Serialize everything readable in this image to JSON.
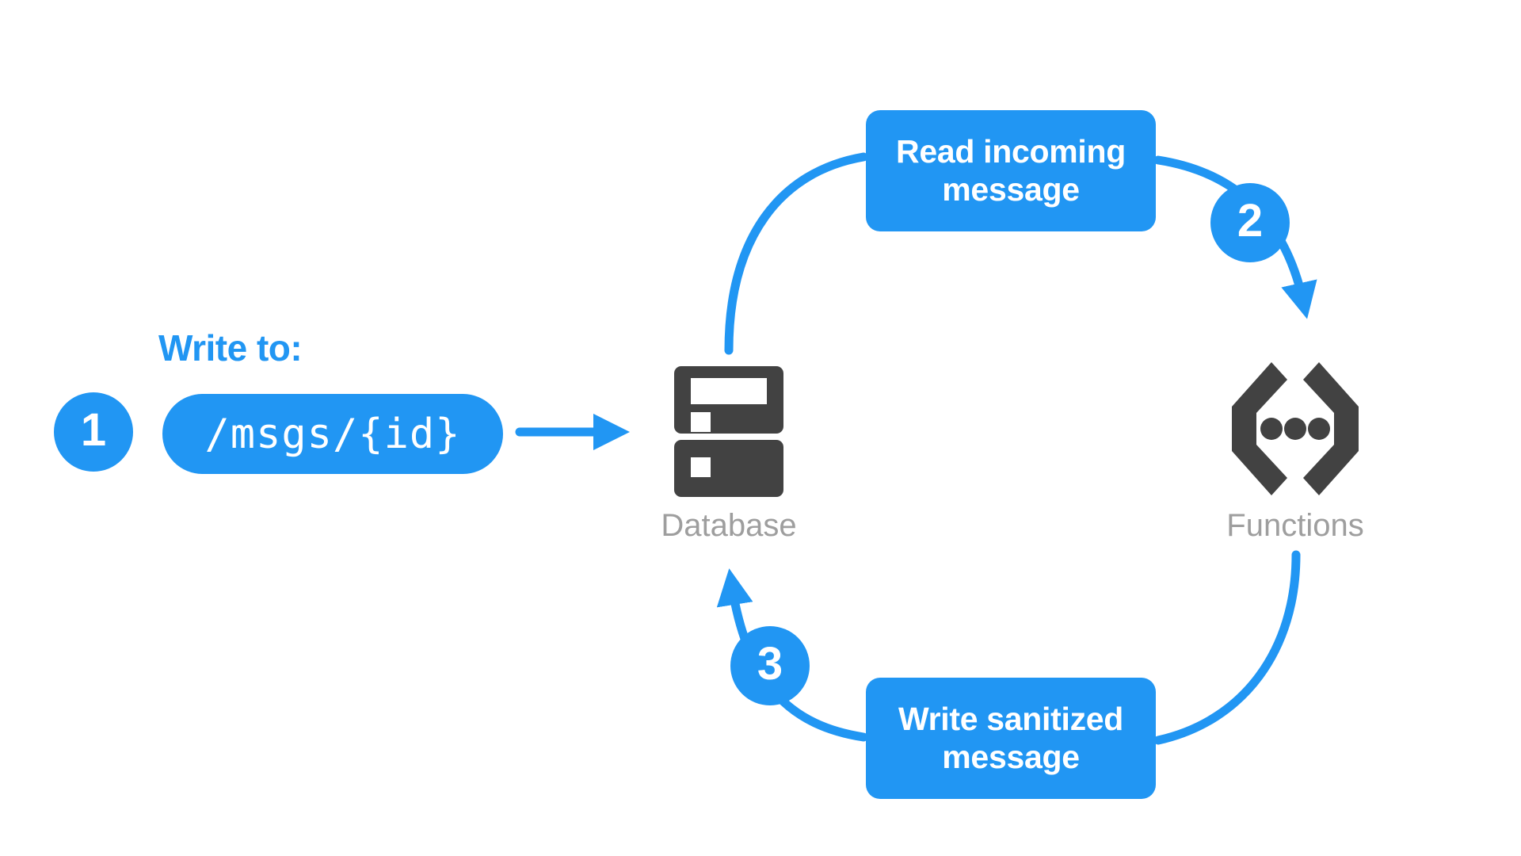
{
  "diagram": {
    "title_label": "Write to:",
    "background_color": "#ffffff",
    "accent_color": "#2196f3",
    "icon_color": "#424242",
    "label_color": "#9e9e9e"
  },
  "steps": [
    {
      "number": "1",
      "id": "write-to-path"
    },
    {
      "number": "2",
      "id": "trigger-function"
    },
    {
      "number": "3",
      "id": "write-back"
    }
  ],
  "path_pill": {
    "value": "/msgs/{id}"
  },
  "boxes": [
    {
      "id": "read-incoming-message",
      "line1": "Read incoming",
      "line2": "message"
    },
    {
      "id": "write-sanitized-message",
      "line1": "Write sanitized",
      "line2": "message"
    }
  ],
  "nodes": [
    {
      "id": "database",
      "label": "Database",
      "icon": "database-icon"
    },
    {
      "id": "functions",
      "label": "Functions",
      "icon": "functions-braces-icon"
    }
  ],
  "connectors": [
    {
      "id": "pill-to-database",
      "type": "straight-arrow",
      "direction": "right"
    },
    {
      "id": "database-to-read-box",
      "type": "arc",
      "direction": "up-right"
    },
    {
      "id": "read-box-to-functions",
      "type": "arc-arrow",
      "direction": "down-right"
    },
    {
      "id": "functions-to-write-box",
      "type": "arc",
      "direction": "down-left"
    },
    {
      "id": "write-box-to-database",
      "type": "arc-arrow",
      "direction": "up-left"
    }
  ]
}
